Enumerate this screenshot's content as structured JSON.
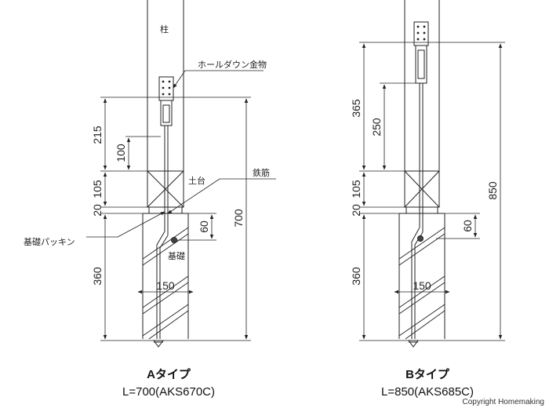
{
  "labels": {
    "column": "柱",
    "holddown": "ホールダウン金物",
    "sill": "土台",
    "rebar": "鉄筋",
    "packing": "基礎パッキン",
    "foundation": "基礎"
  },
  "type_a": {
    "title": "Aタイプ",
    "spec": "L=700(AKS670C)",
    "dims": {
      "d215": "215",
      "d100": "100",
      "d105": "105",
      "d20": "20",
      "d360": "360",
      "d700": "700",
      "d60": "60",
      "d150": "150"
    }
  },
  "type_b": {
    "title": "Bタイプ",
    "spec": "L=850(AKS685C)",
    "dims": {
      "d365": "365",
      "d250": "250",
      "d105": "105",
      "d20": "20",
      "d360": "360",
      "d850": "850",
      "d60": "60",
      "d150": "150"
    }
  },
  "copyright": "Copyright Homemaking"
}
